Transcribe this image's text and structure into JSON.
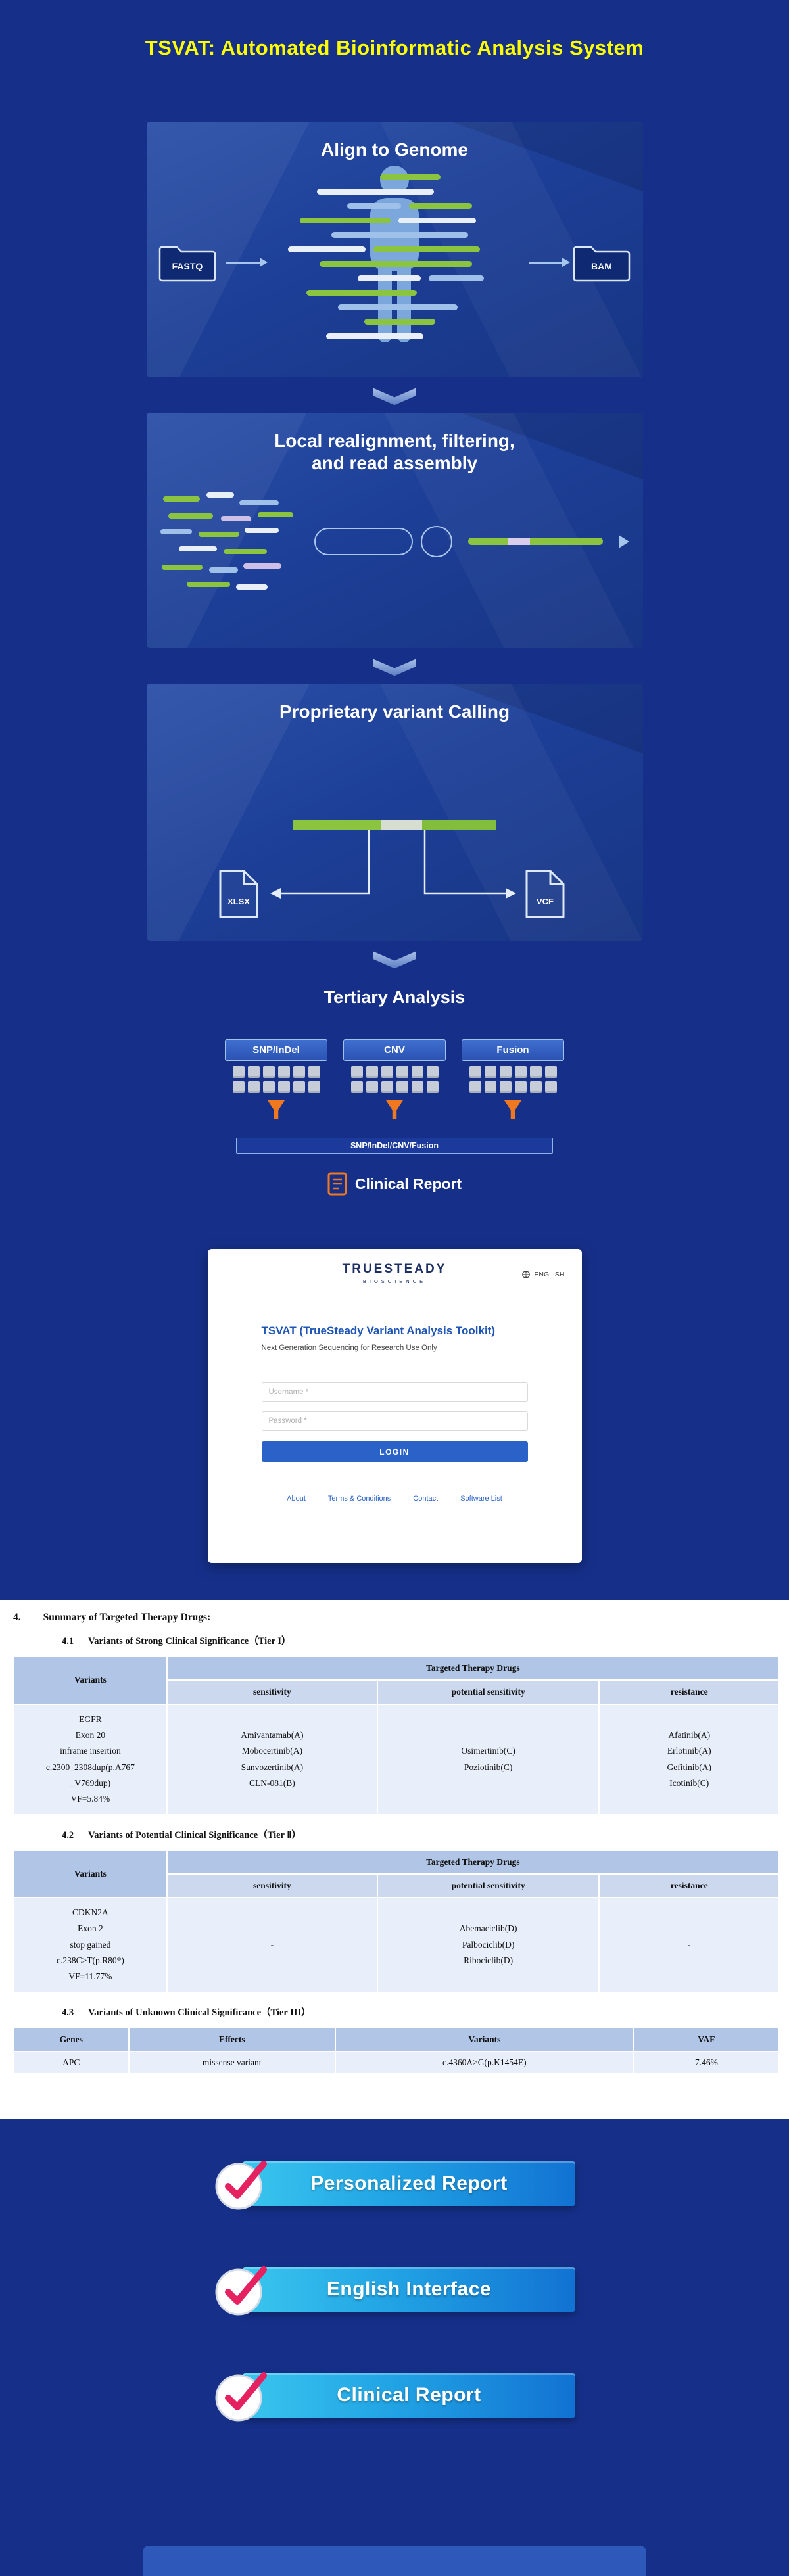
{
  "page": {
    "title": "TSVAT: Automated Bioinformatic Analysis System"
  },
  "pipeline": {
    "align": {
      "title": "Align to Genome",
      "input_label": "FASTQ",
      "output_label": "BAM"
    },
    "realign": {
      "title_line1": "Local realignment, filtering,",
      "title_line2": "and read assembly"
    },
    "calling": {
      "title": "Proprietary variant Calling",
      "output_left": "XLSX",
      "output_right": "VCF"
    },
    "tertiary": {
      "title": "Tertiary Analysis",
      "categories": {
        "c1": "SNP/InDel",
        "c2": "CNV",
        "c3": "Fusion"
      },
      "merged_label": "SNP/InDel/CNV/Fusion",
      "report_label": "Clinical Report"
    }
  },
  "login": {
    "brand": "TRUESTEADY",
    "brand_sub": "BIOSCIENCE",
    "language": "ENGLISH",
    "app_title": "TSVAT (TrueSteady Variant Analysis Toolkit)",
    "app_subtitle": "Next Generation Sequencing for Research Use Only",
    "username_placeholder": "Username *",
    "password_placeholder": "Password *",
    "login_button": "LOGIN",
    "links": {
      "about": "About",
      "terms": "Terms & Conditions",
      "contact": "Contact",
      "software": "Software List"
    }
  },
  "report": {
    "section4_number": "4.",
    "section4_title": "Summary of Targeted Therapy Drugs:",
    "drug_cols": {
      "variants": "Variants",
      "drugs": "Targeted Therapy Drugs",
      "sensitivity": "sensitivity",
      "potential": "potential sensitivity",
      "resistance": "resistance"
    },
    "tier1": {
      "number": "4.1",
      "heading": "Variants of Strong Clinical Significance（Tier I）",
      "row": {
        "variant": "EGFR\nExon 20\ninframe insertion\nc.2300_2308dup(p.A767\n_V769dup)\nVF=5.84%",
        "sensitivity": "Amivantamab(A)\nMobocertinib(A)\nSunvozertinib(A)\nCLN-081(B)",
        "potential": "Osimertinib(C)\nPoziotinib(C)",
        "resistance": "Afatinib(A)\nErlotinib(A)\nGefitinib(A)\nIcotinib(C)"
      }
    },
    "tier2": {
      "number": "4.2",
      "heading": "Variants of Potential Clinical Significance（Tier Ⅱ）",
      "row": {
        "variant": "CDKN2A\nExon 2\nstop gained\nc.238C>T(p.R80*)\nVF=11.77%",
        "sensitivity": "-",
        "potential": "Abemaciclib(D)\nPalbociclib(D)\nRibociclib(D)",
        "resistance": "-"
      }
    },
    "tier3": {
      "number": "4.3",
      "heading": "Variants of Unknown Clinical Significance（Tier III）",
      "cols": {
        "genes": "Genes",
        "effects": "Effects",
        "variants": "Variants",
        "vaf": "VAF"
      },
      "row": {
        "gene": "APC",
        "effect": "missense variant",
        "variant": "c.4360A>G(p.K1454E)",
        "vaf": "7.46%"
      }
    }
  },
  "features": {
    "f1": "Personalized Report",
    "f2": "English Interface",
    "f3": "Clinical Report"
  },
  "colors": {
    "title_yellow": "#FFFF00",
    "page_bg": "#16308A",
    "read_green": "#8BC53F",
    "funnel_orange": "#F0791F",
    "banner_gradient_start": "#3AC6EE",
    "banner_gradient_end": "#1272D2",
    "check_pink": "#E6215F",
    "link_blue": "#2A62C8"
  }
}
